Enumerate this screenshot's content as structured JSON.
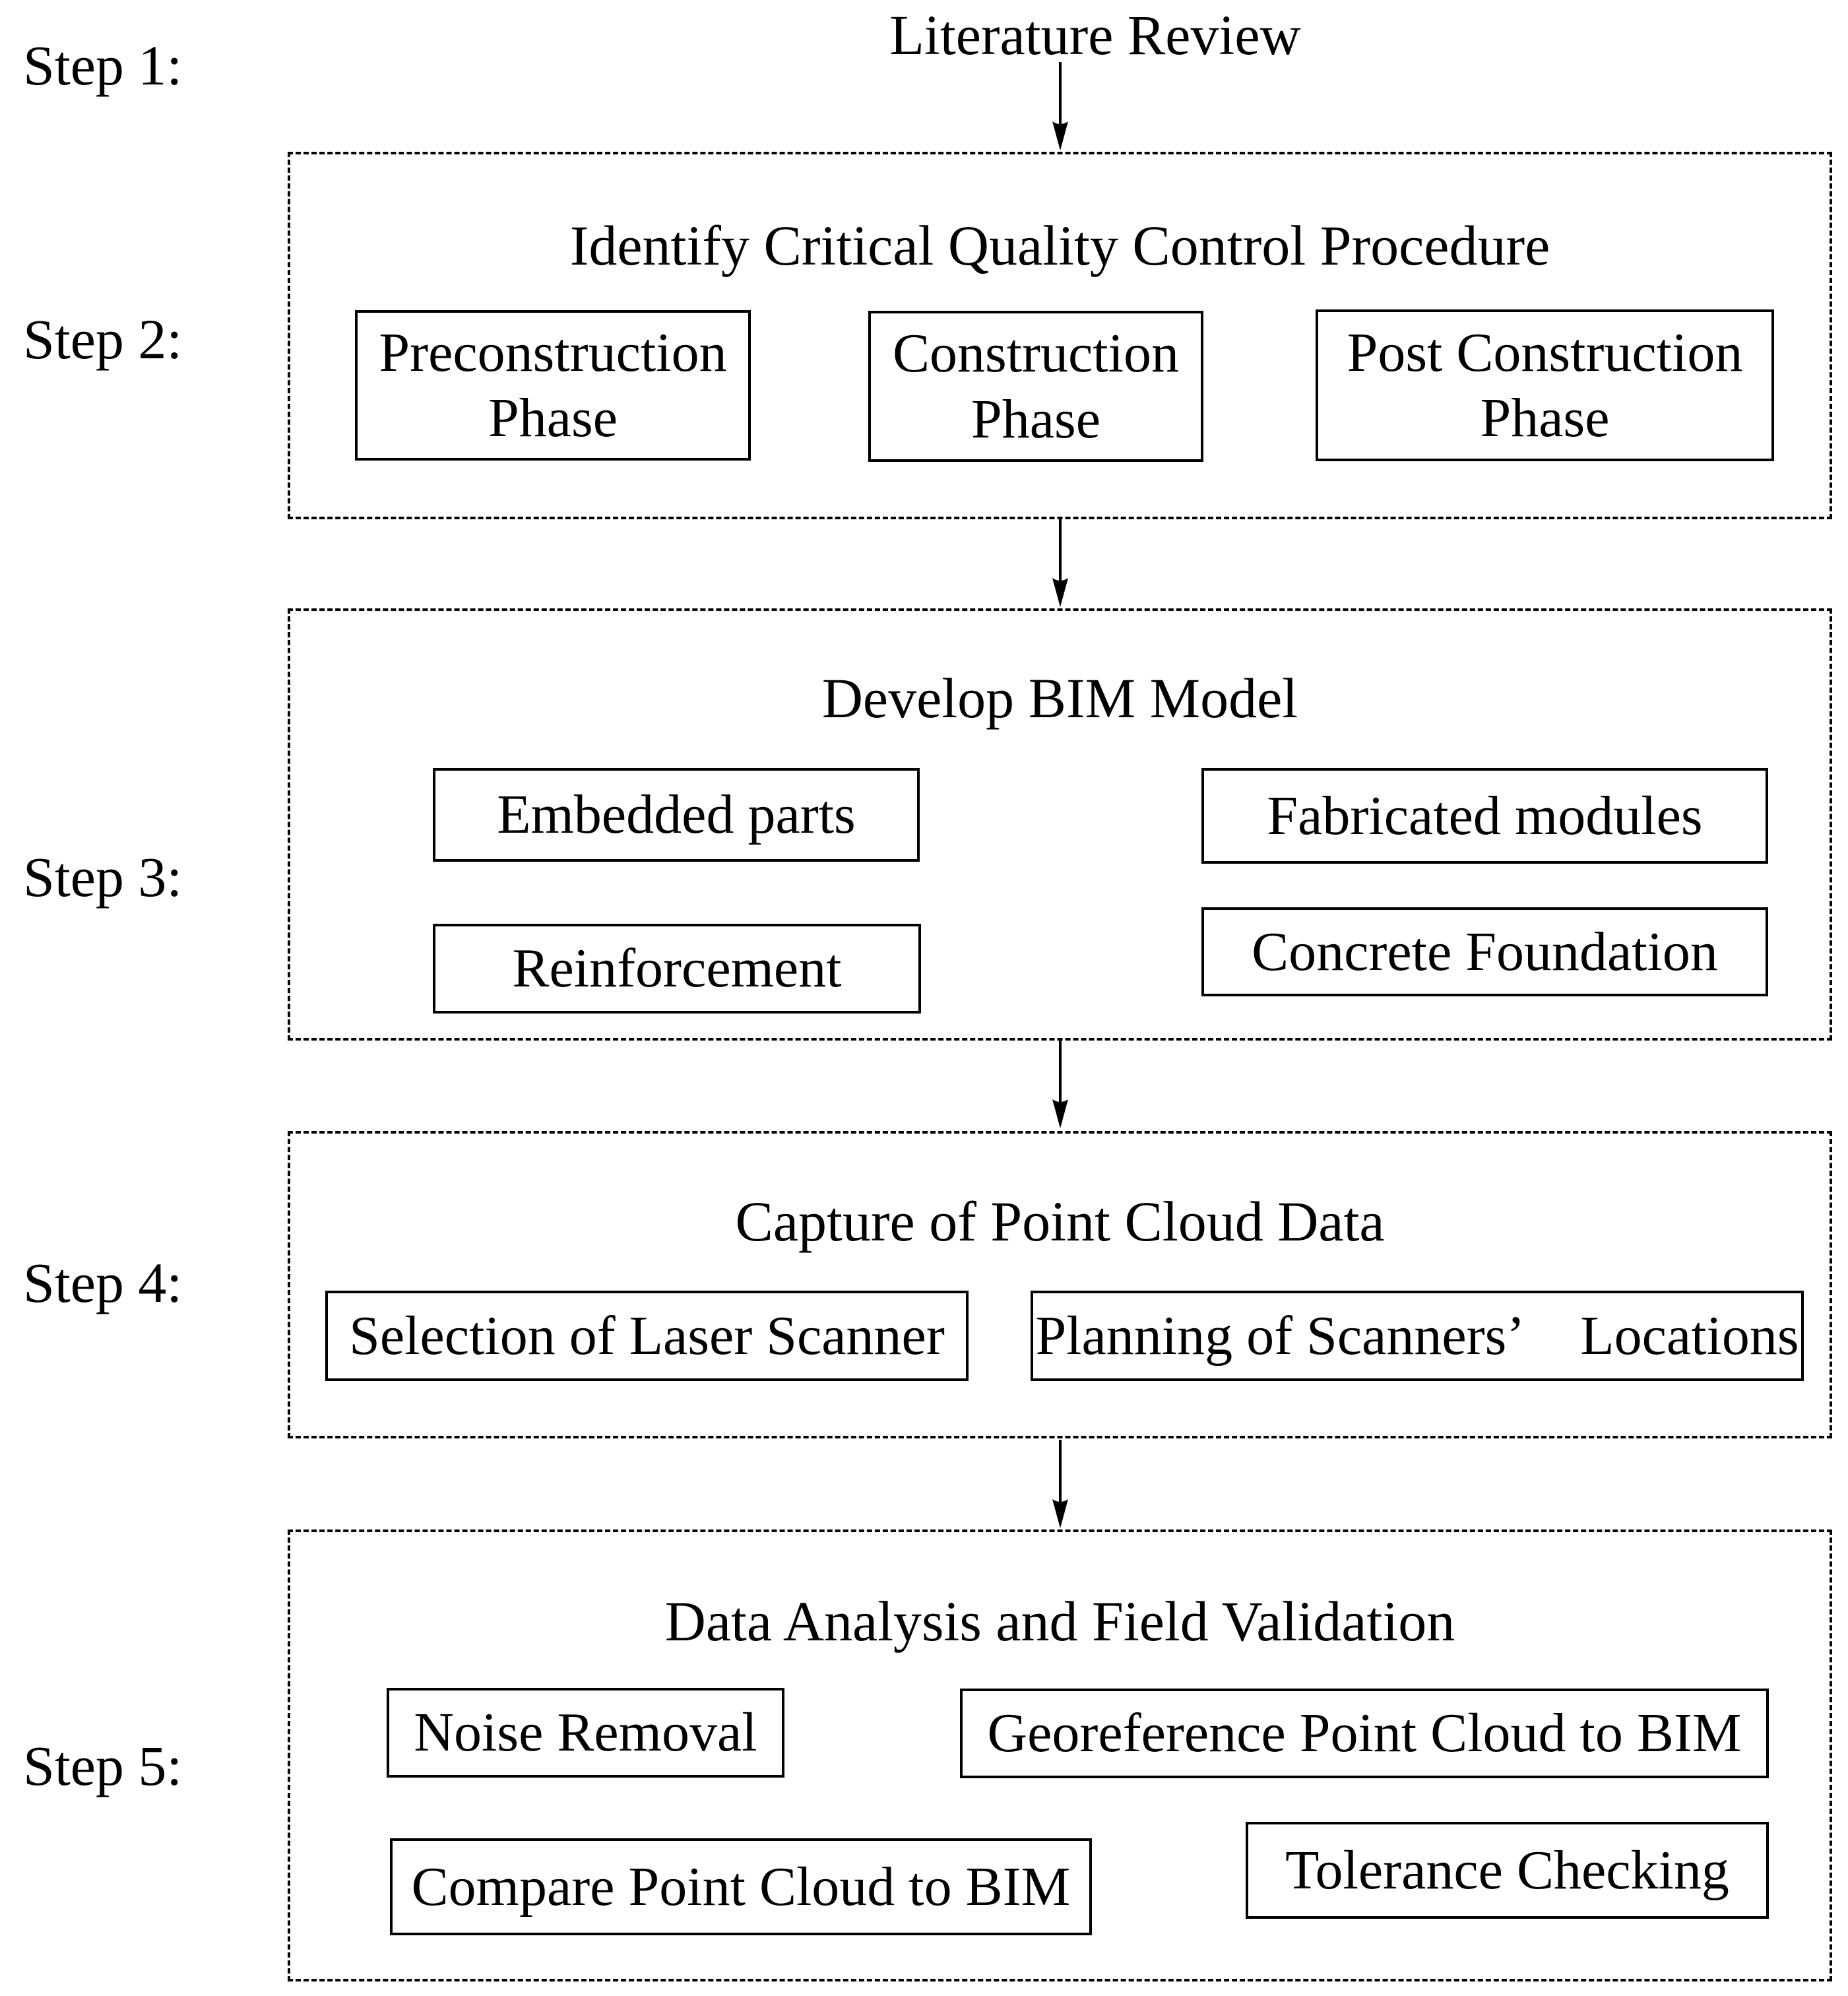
{
  "colors": {
    "ink": "#000000",
    "background": "#ffffff"
  },
  "steps": [
    {
      "label": "Step 1:",
      "title": "Literature Review",
      "boxes": []
    },
    {
      "label": "Step 2:",
      "title": "Identify Critical Quality Control Procedure",
      "boxes": [
        "Preconstruction Phase",
        "Construction Phase",
        "Post Construction Phase"
      ]
    },
    {
      "label": "Step 3:",
      "title": "Develop BIM Model",
      "boxes": [
        "Embedded parts",
        "Fabricated modules",
        "Reinforcement",
        "Concrete Foundation"
      ]
    },
    {
      "label": "Step 4:",
      "title": "Capture of Point Cloud Data",
      "boxes": [
        "Selection of Laser Scanner",
        "Planning of Scanners’ Locations"
      ]
    },
    {
      "label": "Step 5:",
      "title": "Data Analysis and Field Validation",
      "boxes": [
        "Noise Removal",
        "Georeference Point Cloud to BIM",
        "Compare Point Cloud to BIM",
        "Tolerance Checking"
      ]
    }
  ]
}
